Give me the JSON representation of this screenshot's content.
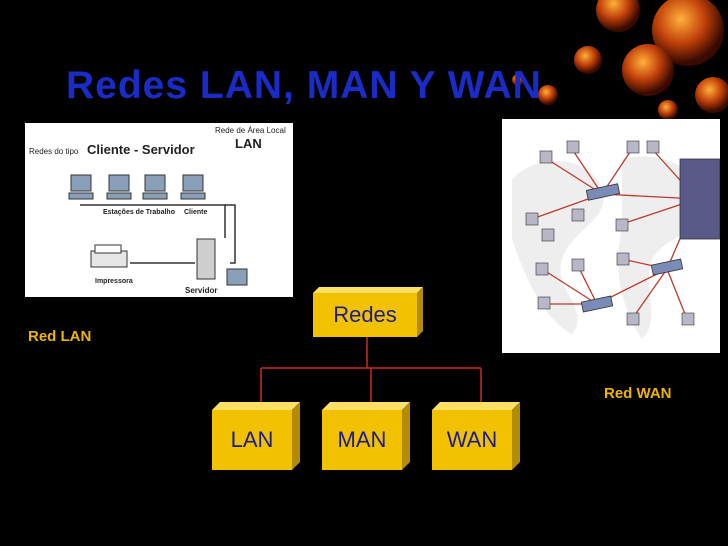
{
  "slide": {
    "title": "Redes LAN, MAN Y WAN",
    "label_lan": "Red LAN",
    "label_wan": "Red WAN"
  },
  "lan_image": {
    "caption_left_prefix": "Redes do tipo",
    "caption_left_main": "Cliente - Servidor",
    "caption_right_top": "Rede de Área Local",
    "caption_right_main": "LAN",
    "label_workstations": "Estações  de Trabalho",
    "label_client": "Cliente",
    "label_printer": "Impressora",
    "label_server": "Servidor"
  },
  "hierarchy": {
    "root": "Redes",
    "children": [
      "LAN",
      "MAN",
      "WAN"
    ]
  },
  "colors": {
    "background": "#000000",
    "title": "#1a2cc8",
    "labels": "#f0b400",
    "box_fill": "#f2c200",
    "box_text": "#1c1c8c",
    "connector": "#cc2a1a"
  }
}
